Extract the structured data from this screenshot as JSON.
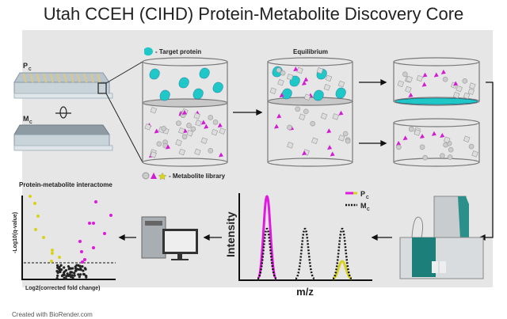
{
  "title": "Utah CCEH (CIHD) Protein-Metabolite Discovery Core",
  "plates": {
    "top_label": "P",
    "top_sub": "C",
    "bottom_label": "M",
    "bottom_sub": "C"
  },
  "legend": {
    "target_protein": "- Target protein",
    "metabolite_library": "- Metabolite library"
  },
  "equilibrium_label": "Equilibrium",
  "spectrum": {
    "ylabel": "Intensity",
    "xlabel": "m/z",
    "legend_p": "P",
    "legend_p_sub": "C",
    "legend_m": "M",
    "legend_m_sub": "C"
  },
  "volcano": {
    "title": "Protein-metabolite interactome",
    "ylabel": "-Log10(q-value)",
    "xlabel": "Log2(corrected fold change)"
  },
  "footer": "Created with BioRender.com",
  "colors": {
    "protein": "#1fc7c7",
    "triangle": "#d41bd4",
    "star": "#d9d21a",
    "panel": "#e6e6e6"
  }
}
